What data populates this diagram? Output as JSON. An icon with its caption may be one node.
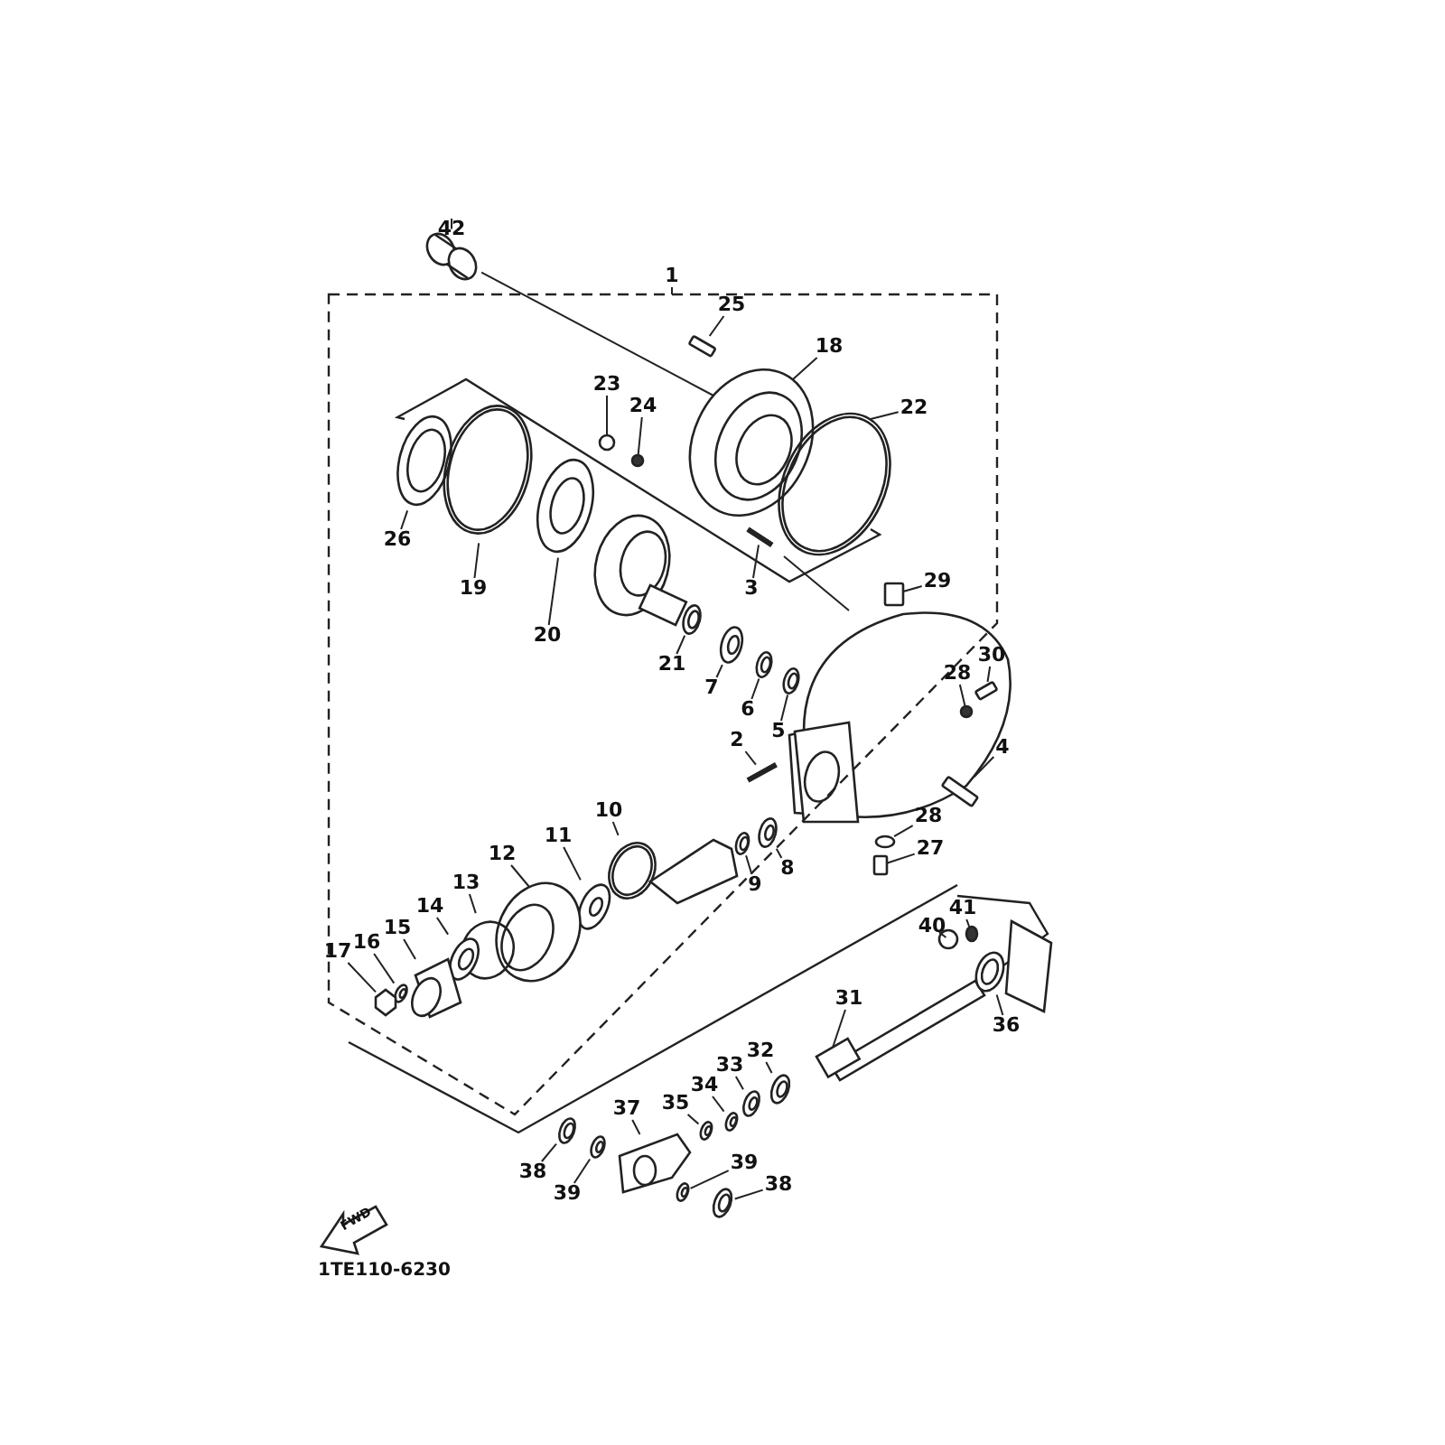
{
  "diagram": {
    "nodes": [
      {
        "text": [
          "42"
        ]
      },
      {
        "text": [
          "1"
        ]
      },
      {
        "text": [
          "25"
        ]
      },
      {
        "text": [
          "18"
        ]
      },
      {
        "text": [
          "23"
        ]
      },
      {
        "text": [
          "24"
        ]
      },
      {
        "text": [
          "22"
        ]
      },
      {
        "text": [
          "26"
        ]
      },
      {
        "text": [
          "19"
        ]
      },
      {
        "text": [
          "3"
        ]
      },
      {
        "text": [
          "29"
        ]
      },
      {
        "text": [
          "20"
        ]
      },
      {
        "text": [
          "21"
        ]
      },
      {
        "text": [
          "7"
        ]
      },
      {
        "text": [
          "6"
        ]
      },
      {
        "text": [
          "5"
        ]
      },
      {
        "text": [
          "30"
        ]
      },
      {
        "text": [
          "28"
        ]
      },
      {
        "text": [
          "2"
        ]
      },
      {
        "text": [
          "4"
        ]
      },
      {
        "text": [
          "28"
        ]
      },
      {
        "text": [
          "27"
        ]
      },
      {
        "text": [
          "10"
        ]
      },
      {
        "text": [
          "11"
        ]
      },
      {
        "text": [
          "8"
        ]
      },
      {
        "text": [
          "9"
        ]
      },
      {
        "text": [
          "12"
        ]
      },
      {
        "text": [
          "13"
        ]
      },
      {
        "text": [
          "14"
        ]
      },
      {
        "text": [
          "15"
        ]
      },
      {
        "text": [
          "16"
        ]
      },
      {
        "text": [
          "17"
        ]
      },
      {
        "text": [
          "41"
        ]
      },
      {
        "text": [
          "40"
        ]
      },
      {
        "text": [
          "31"
        ]
      },
      {
        "text": [
          "36"
        ]
      },
      {
        "text": [
          "32"
        ]
      },
      {
        "text": [
          "33"
        ]
      },
      {
        "text": [
          "34"
        ]
      },
      {
        "text": [
          "35"
        ]
      },
      {
        "text": [
          "37"
        ]
      },
      {
        "text": [
          "38"
        ]
      },
      {
        "text": [
          "39"
        ]
      },
      {
        "text": [
          "39"
        ]
      },
      {
        "text": [
          "38"
        ]
      },
      {
        "text": [],
        "shape": "picture"
      },
      {
        "text": [],
        "shape": "box"
      },
      {
        "text": [],
        "shape": "picture"
      },
      {
        "text": [],
        "shape": "circle"
      },
      {
        "text": [],
        "shape": "circle"
      },
      {
        "text": [],
        "shape": "picture"
      },
      {
        "text": [],
        "shape": "picture"
      },
      {
        "text": [],
        "shape": "picture"
      },
      {
        "text": [],
        "shape": "bar"
      },
      {
        "text": [],
        "shape": "box"
      },
      {
        "text": [],
        "shape": "picture"
      },
      {
        "text": [],
        "shape": "picture"
      },
      {
        "text": [],
        "shape": "picture"
      },
      {
        "text": [],
        "shape": "picture"
      },
      {
        "text": [],
        "shape": "picture"
      },
      {
        "text": [],
        "shape": "box"
      },
      {
        "text": [],
        "shape": "circle"
      },
      {
        "text": [],
        "shape": "bar"
      },
      {
        "text": [],
        "shape": "box"
      },
      {
        "text": [],
        "shape": "circle"
      },
      {
        "text": [],
        "shape": "box"
      },
      {
        "text": [],
        "shape": "picture"
      },
      {
        "text": [],
        "shape": "picture"
      },
      {
        "text": [],
        "shape": "picture"
      },
      {
        "text": [],
        "shape": "picture"
      },
      {
        "text": [],
        "shape": "picture"
      },
      {
        "text": [],
        "shape": "picture"
      },
      {
        "text": [],
        "shape": "picture"
      },
      {
        "text": [],
        "shape": "picture"
      },
      {
        "text": [],
        "shape": "picture"
      },
      {
        "text": [],
        "shape": "hexagon"
      },
      {
        "text": [],
        "shape": "circle"
      },
      {
        "text": [],
        "shape": "circle"
      },
      {
        "text": [],
        "shape": "picture"
      },
      {
        "text": [],
        "shape": "picture"
      },
      {
        "text": [],
        "shape": "picture"
      },
      {
        "text": [],
        "shape": "picture"
      },
      {
        "text": [],
        "shape": "picture"
      },
      {
        "text": [],
        "shape": "picture"
      },
      {
        "text": [],
        "shape": "picture"
      },
      {
        "text": [],
        "shape": "picture"
      },
      {
        "text": [],
        "shape": "picture"
      },
      {
        "text": [],
        "shape": "picture"
      },
      {
        "text": [],
        "shape": "picture"
      }
    ],
    "edges": [
      {
        "from": 0,
        "to": 45,
        "arrow": "none"
      },
      {
        "from": 1,
        "to": null,
        "arrow": "none"
      },
      {
        "from": 2,
        "to": 46,
        "arrow": "none"
      },
      {
        "from": 3,
        "to": 47,
        "arrow": "none"
      },
      {
        "from": 4,
        "to": 48,
        "arrow": "none"
      },
      {
        "from": 5,
        "to": 49,
        "arrow": "none"
      },
      {
        "from": 6,
        "to": 50,
        "arrow": "none"
      },
      {
        "from": 7,
        "to": 51,
        "arrow": "none"
      },
      {
        "from": 8,
        "to": 52,
        "arrow": "none"
      },
      {
        "from": 9,
        "to": 53,
        "arrow": "none"
      },
      {
        "from": 10,
        "to": 54,
        "arrow": "none"
      },
      {
        "from": 11,
        "to": 55,
        "arrow": "none"
      },
      {
        "from": 12,
        "to": 56,
        "arrow": "none"
      },
      {
        "from": 13,
        "to": 57,
        "arrow": "none"
      },
      {
        "from": 14,
        "to": 58,
        "arrow": "none"
      },
      {
        "from": 15,
        "to": 59,
        "arrow": "none"
      },
      {
        "from": 16,
        "to": 60,
        "arrow": "none"
      },
      {
        "from": 17,
        "to": 61,
        "arrow": "none"
      },
      {
        "from": 18,
        "to": 62,
        "arrow": "none"
      },
      {
        "from": 19,
        "to": 63,
        "arrow": "none"
      },
      {
        "from": 20,
        "to": 64,
        "arrow": "none"
      },
      {
        "from": 21,
        "to": 65,
        "arrow": "none"
      },
      {
        "from": 22,
        "to": 66,
        "arrow": "none"
      },
      {
        "from": 23,
        "to": 67,
        "arrow": "none"
      },
      {
        "from": 24,
        "to": 68,
        "arrow": "none"
      },
      {
        "from": 25,
        "to": 69,
        "arrow": "none"
      },
      {
        "from": 26,
        "to": 70,
        "arrow": "none"
      },
      {
        "from": 27,
        "to": 71,
        "arrow": "none"
      },
      {
        "from": 28,
        "to": 72,
        "arrow": "none"
      },
      {
        "from": 29,
        "to": 73,
        "arrow": "none"
      },
      {
        "from": 30,
        "to": 74,
        "arrow": "none"
      },
      {
        "from": 31,
        "to": 75,
        "arrow": "none"
      },
      {
        "from": 32,
        "to": 76,
        "arrow": "none"
      },
      {
        "from": 33,
        "to": 77,
        "arrow": "none"
      },
      {
        "from": 34,
        "to": 78,
        "arrow": "none"
      },
      {
        "from": 35,
        "to": 79,
        "arrow": "none"
      },
      {
        "from": 36,
        "to": 80,
        "arrow": "none"
      },
      {
        "from": 37,
        "to": 81,
        "arrow": "none"
      },
      {
        "from": 38,
        "to": 82,
        "arrow": "none"
      },
      {
        "from": 39,
        "to": 83,
        "arrow": "none"
      },
      {
        "from": 40,
        "to": 84,
        "arrow": "none"
      },
      {
        "from": 41,
        "to": 85,
        "arrow": "none"
      },
      {
        "from": 42,
        "to": 86,
        "arrow": "none"
      },
      {
        "from": 43,
        "to": 87,
        "arrow": "none"
      },
      {
        "from": 44,
        "to": 88,
        "arrow": "none"
      },
      {
        "from": 45,
        "to": 47,
        "arrow": "none"
      }
    ],
    "labels": [
      "FWD",
      "1TE110-6230"
    ]
  }
}
